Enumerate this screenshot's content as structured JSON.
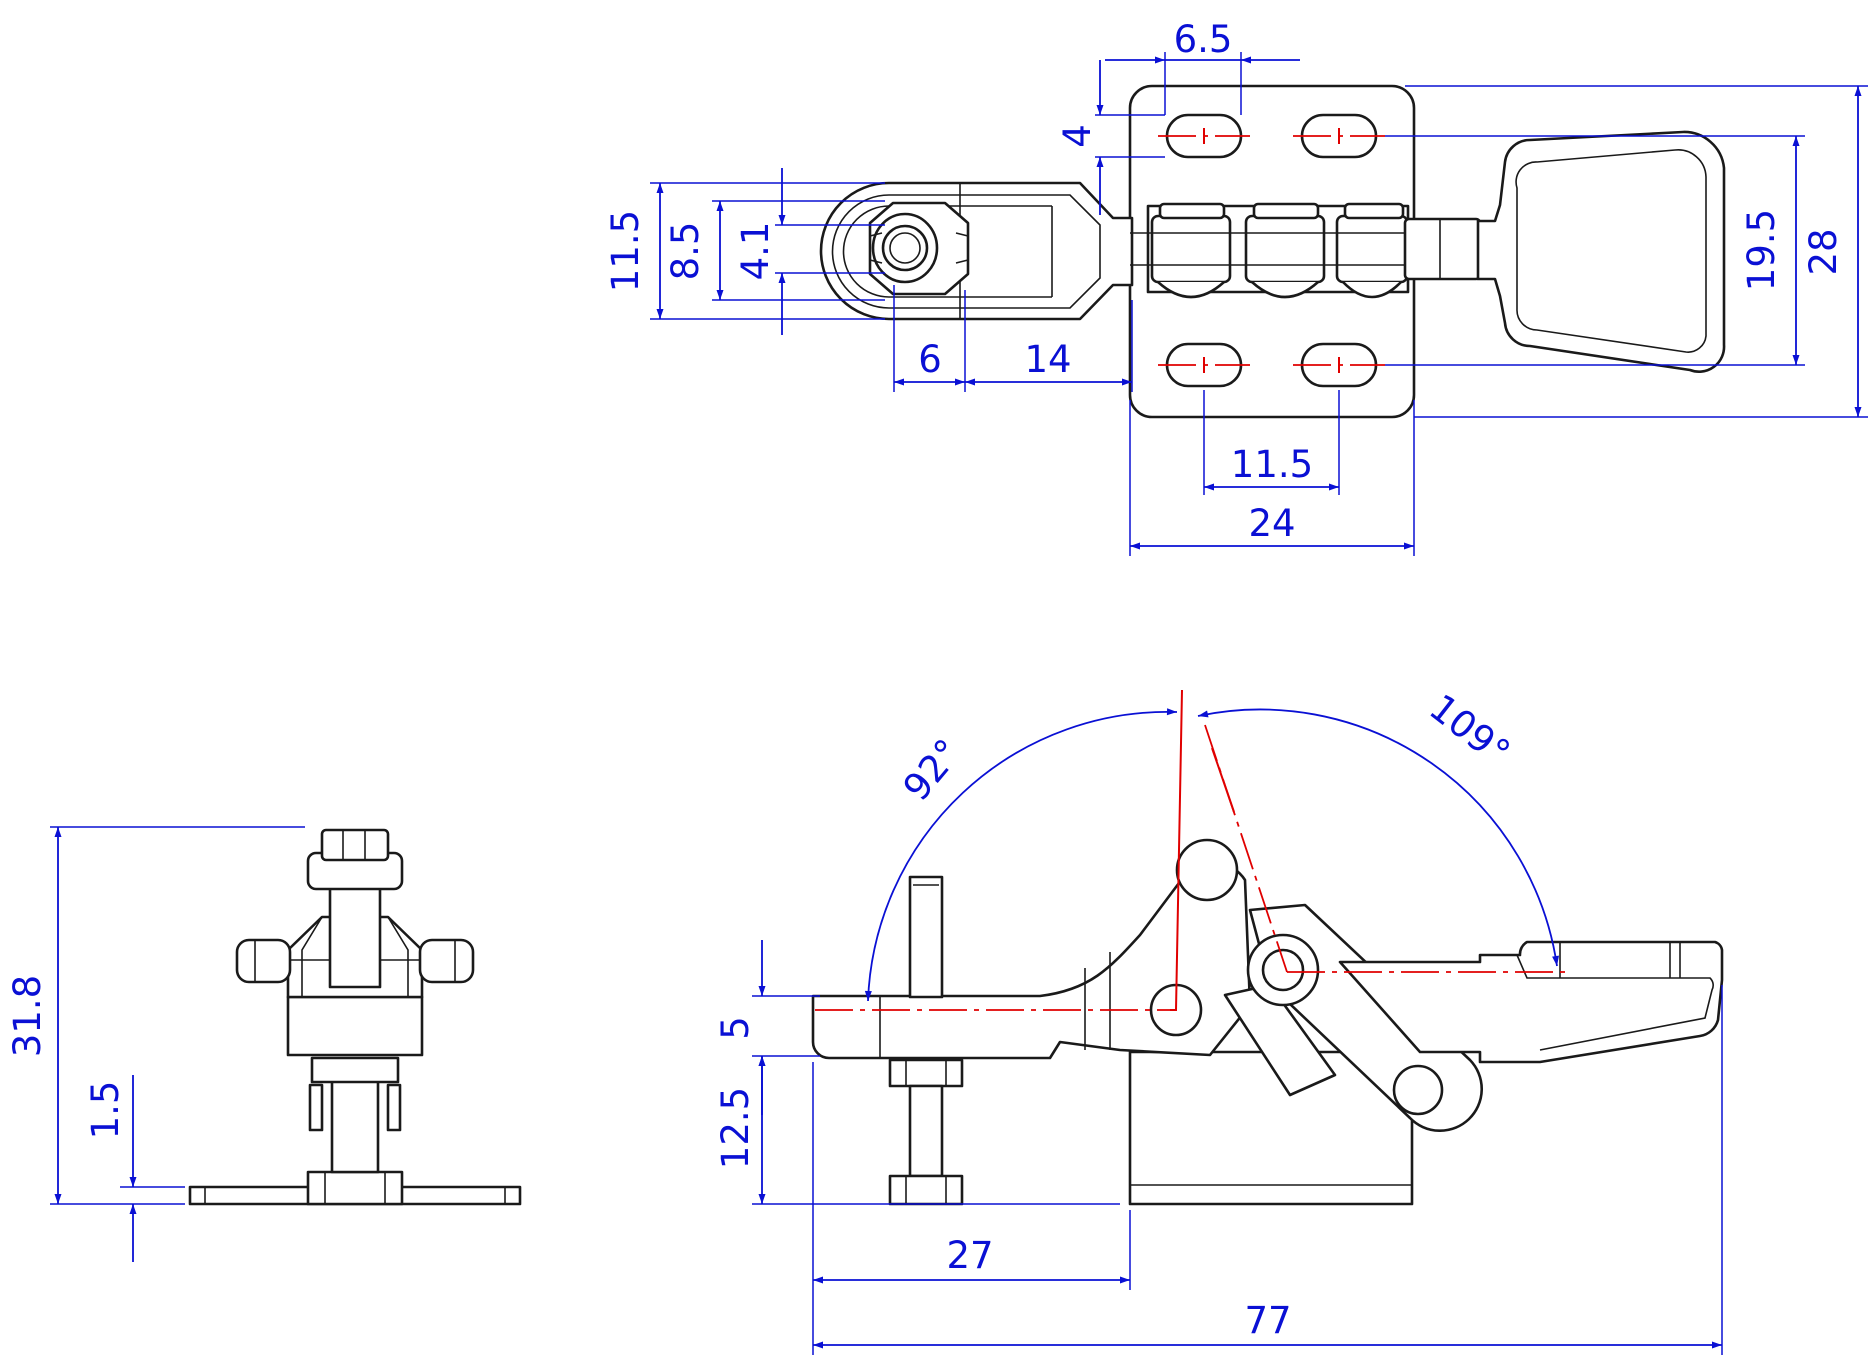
{
  "colors": {
    "outline": "#1a1a1a",
    "dimension": "#0a10d4",
    "centerline": "#e00000",
    "background": "#ffffff"
  },
  "top_view": {
    "dims": {
      "slot_pitch_x": "6.5",
      "slot_offset_y": "4",
      "clamp_arm_width": "11.5",
      "clamp_slot_width": "8.5",
      "spindle_dia": "4.1",
      "spindle_offset": "6",
      "arm_gap": "14",
      "hole_spacing": "11.5",
      "base_width": "24",
      "handle_width": "19.5",
      "base_depth": "28"
    }
  },
  "side_view": {
    "dims": {
      "open_angle_arm": "92°",
      "open_angle_handle": "109°",
      "arm_thickness": "5",
      "arm_height": "12.5",
      "spindle_reach": "27",
      "overall_length": "77"
    }
  },
  "end_view": {
    "dims": {
      "overall_height": "31.8",
      "base_thickness": "1.5"
    }
  }
}
